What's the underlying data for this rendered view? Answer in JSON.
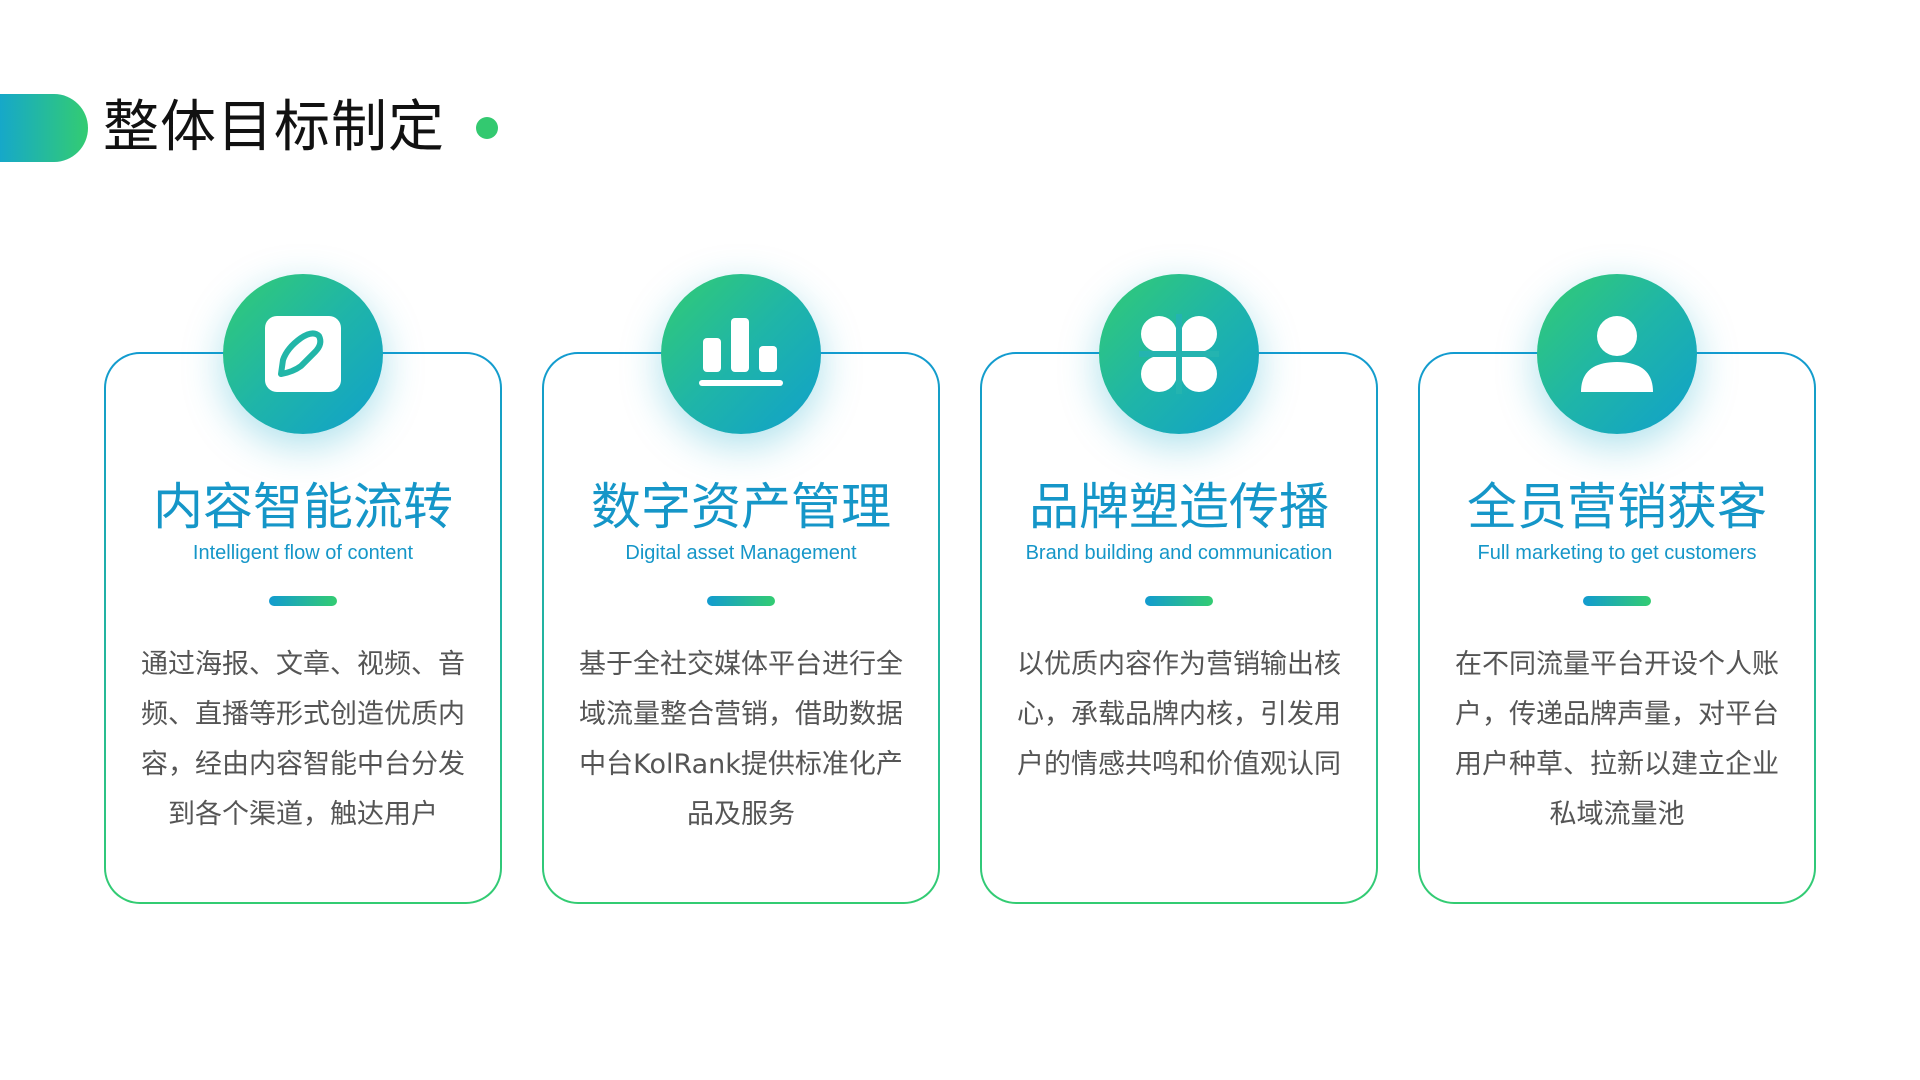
{
  "header": {
    "title": "整体目标制定"
  },
  "cards": [
    {
      "icon": "edit-icon",
      "title": "内容智能流转",
      "subtitle": "Intelligent flow of content",
      "body": "通过海报、文章、视频、音频、直播等形式创造优质内容，经由内容智能中台分发到各个渠道，触达用户"
    },
    {
      "icon": "bar-chart-icon",
      "title": "数字资产管理",
      "subtitle": "Digital asset Management",
      "body": "基于全社交媒体平台进行全域流量整合营销，借助数据中台KolRank提供标准化产品及服务"
    },
    {
      "icon": "grid-icon",
      "title": "品牌塑造传播",
      "subtitle": "Brand building and communication",
      "body": "以优质内容作为营销输出核心，承载品牌内核，引发用户的情感共鸣和价值观认同"
    },
    {
      "icon": "user-icon",
      "title": "全员营销获客",
      "subtitle": "Full marketing to get customers",
      "body": "在不同流量平台开设个人账户，传递品牌声量，对平台用户种草、拉新以建立企业私域流量池"
    }
  ],
  "colors": {
    "accent_blue": "#1596c8",
    "accent_green": "#33cc72"
  }
}
